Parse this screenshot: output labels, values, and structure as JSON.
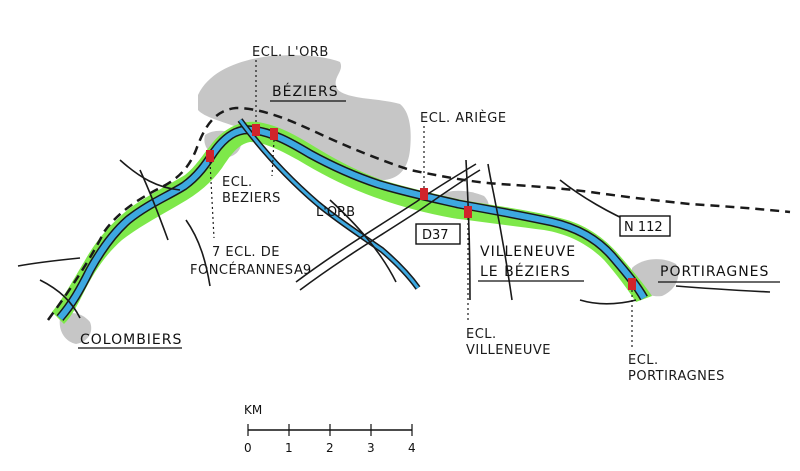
{
  "colors": {
    "urban": "#c6c6c6",
    "green": "#7ee84a",
    "canal": "#3da8e0",
    "ink": "#1a1a1a",
    "lock": "#d0242b"
  },
  "towns": {
    "beziers": "BÉZIERS",
    "villeneuve_line1": "VILLENEUVE",
    "villeneuve_line2": "LE BÉZIERS",
    "portiragnes": "PORTIRAGNES",
    "colombiers": "COLOMBIERS"
  },
  "locks": {
    "orb": "ECL. L'ORB",
    "ariege": "ECL. ARIÈGE",
    "beziers_line1": "ECL.",
    "beziers_line2": "BEZIERS",
    "fonceranes_line1": "7 ECL. DE",
    "fonceranes_line2": "FONCÉRANNES",
    "villeneuve_line1": "ECL.",
    "villeneuve_line2": "VILLENEUVE",
    "portiragnes_line1": "ECL.",
    "portiragnes_line2": "PORTIRAGNES"
  },
  "roads": {
    "a9": "A9",
    "d37": "D37",
    "n112": "N 112",
    "river": "L'ORB"
  },
  "scale": {
    "unit": "KM",
    "ticks": [
      "0",
      "1",
      "2",
      "3",
      "4"
    ]
  }
}
